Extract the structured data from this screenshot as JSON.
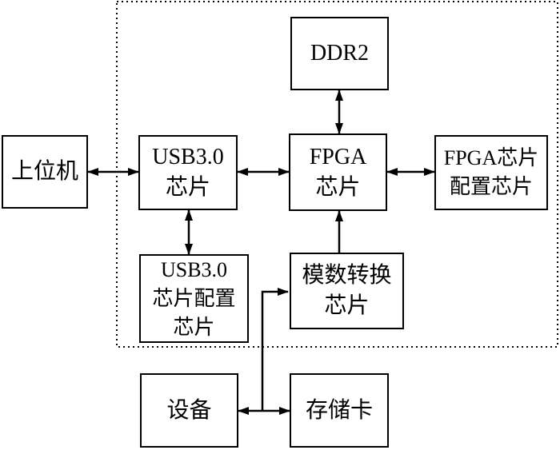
{
  "diagram": {
    "blocks": {
      "host_pc": {
        "line1": "上位机"
      },
      "usb_chip": {
        "line1": "USB3.0",
        "line2": "芯片"
      },
      "fpga_chip": {
        "line1": "FPGA",
        "line2": "芯片"
      },
      "ddr2": {
        "line1": "DDR2"
      },
      "fpga_config_chip": {
        "line1": "FPGA芯片",
        "line2": "配置芯片"
      },
      "usb_config_chip": {
        "line1": "USB3.0",
        "line2": "芯片配置",
        "line3": "芯片"
      },
      "adc_chip": {
        "line1": "模数转换",
        "line2": "芯片"
      },
      "device": {
        "line1": "设备"
      },
      "memory_card": {
        "line1": "存储卡"
      }
    },
    "colors": {
      "stroke": "#000000",
      "background": "#ffffff"
    }
  }
}
